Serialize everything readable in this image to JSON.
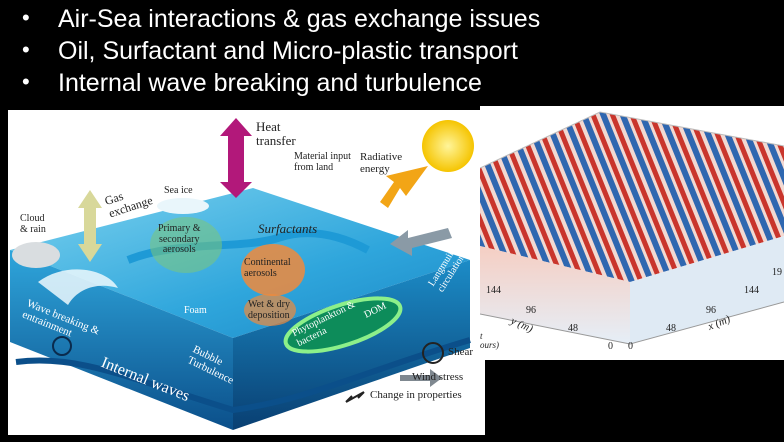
{
  "bullets": [
    "Air-Sea interactions & gas exchange issues",
    "Oil, Surfactant and Micro-plastic transport",
    "Internal wave breaking and turbulence"
  ],
  "bullet_symbol": "•",
  "left_figure": {
    "labels": {
      "heat_transfer": "Heat\ntransfer",
      "material_input": "Material input\nfrom land",
      "radiative_energy": "Radiative\nenergy",
      "gas_exchange": "Gas\nexchange",
      "sea_ice": "Sea ice",
      "cloud_rain": "Cloud\n& rain",
      "surfactants": "Surfactants",
      "wind": "Wind",
      "primary_aerosols": "Primary &\nsecondary\naerosols",
      "continental_aerosols": "Continental\naerosols",
      "langmuir": "Langmuir\ncirculation",
      "wet_dry": "Wet & dry\ndeposition",
      "foam": "Foam",
      "wave_breaking": "Wave breaking &\nentrainment",
      "bubble_turbulence": "Bubble\nTurbulence",
      "phytoplankton": "Phytoplankton &\nbacteria",
      "dom": "DOM",
      "internal_waves": "Internal waves",
      "shear": "Shear",
      "wind_stress": "Wind stress",
      "change_properties": "Change in properties"
    }
  },
  "right_figure": {
    "y_axis_label": "y (m)",
    "x_axis_label": "x (m)",
    "t_axis_label": "t\nours)",
    "y_ticks": [
      "144",
      "96",
      "48",
      "0"
    ],
    "x_ticks": [
      "0",
      "48",
      "96",
      "144",
      "19"
    ]
  },
  "colors": {
    "background": "#000000",
    "ocean": "#2a9fd6",
    "deep": "#0b4f8a"
  }
}
